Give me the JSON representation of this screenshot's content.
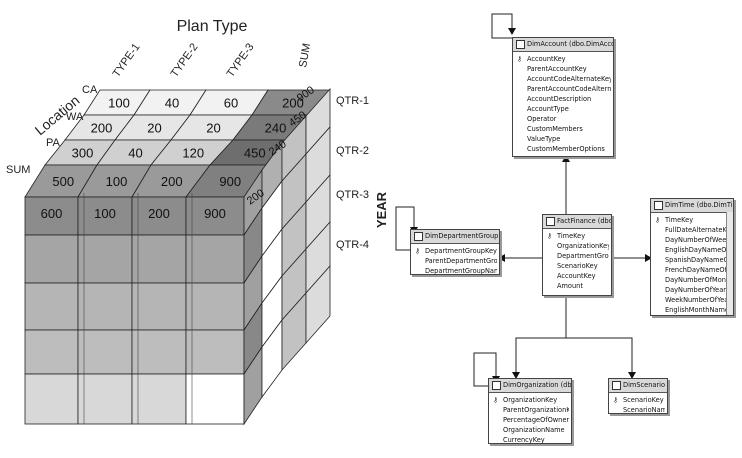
{
  "cube": {
    "title": "Plan Type",
    "location_label": "Location",
    "year_label": "YEAR",
    "plan_types": [
      "TYPE-1",
      "TYPE-2",
      "TYPE-3",
      "SUM"
    ],
    "locations": [
      "CA",
      "WA",
      "PA",
      "SUM"
    ],
    "quarters": [
      "QTR-1",
      "QTR-2",
      "QTR-3",
      "QTR-4"
    ],
    "top_values": [
      [
        "100",
        "40",
        "60",
        "200"
      ],
      [
        "200",
        "20",
        "20",
        "240"
      ],
      [
        "300",
        "40",
        "120",
        "450"
      ],
      [
        "500",
        "100",
        "200",
        "900"
      ]
    ],
    "front_values": [
      "600",
      "100",
      "200",
      "900"
    ],
    "side_values": [
      "200",
      "240",
      "450",
      "900"
    ]
  },
  "erd": {
    "tables": [
      {
        "id": "dimaccount",
        "title": "DimAccount (dbo.DimAccount)",
        "columns": [
          "AccountKey",
          "ParentAccountKey",
          "AccountCodeAlternateKey",
          "ParentAccountCodeAlternateKey",
          "AccountDescription",
          "AccountType",
          "Operator",
          "CustomMembers",
          "ValueType",
          "CustomMemberOptions"
        ]
      },
      {
        "id": "factfinance",
        "title": "FactFinance (dbo.Fa...",
        "columns": [
          "TimeKey",
          "OrganizationKey",
          "DepartmentGroupKey",
          "ScenarioKey",
          "AccountKey",
          "Amount"
        ]
      },
      {
        "id": "dimdepartmentgroup",
        "title": "DimDepartmentGroup (dbo...",
        "columns": [
          "DepartmentGroupKey",
          "ParentDepartmentGroupKey",
          "DepartmentGroupName"
        ]
      },
      {
        "id": "dimtime",
        "title": "DimTime (dbo.DimTime)",
        "columns": [
          "TimeKey",
          "FullDateAlternateKey",
          "DayNumberOfWeek",
          "EnglishDayNameOfWeek",
          "SpanishDayNameOfWeek",
          "FrenchDayNameOfWeek",
          "DayNumberOfMonth",
          "DayNumberOfYear",
          "WeekNumberOfYear",
          "EnglishMonthName"
        ]
      },
      {
        "id": "dimorganization",
        "title": "DimOrganization (dbo.Di...",
        "columns": [
          "OrganizationKey",
          "ParentOrganizationKey",
          "PercentageOfOwnership",
          "OrganizationName",
          "CurrencyKey"
        ]
      },
      {
        "id": "dimscenario",
        "title": "DimScenario (d...",
        "columns": [
          "ScenarioKey",
          "ScenarioName"
        ]
      }
    ]
  }
}
